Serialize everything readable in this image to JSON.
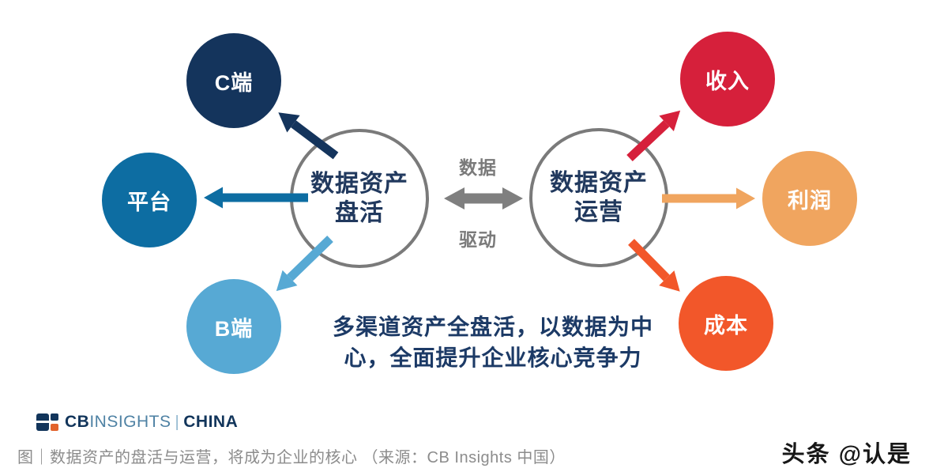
{
  "diagram": {
    "ring_color": "#7a7a7a",
    "hub_text_color": "#21395e",
    "hub_left": {
      "line1": "数据资产",
      "line2": "盘活"
    },
    "hub_right": {
      "line1": "数据资产",
      "line2": "运营"
    },
    "connector": {
      "label_top": "数据",
      "label_bottom": "驱动",
      "color": "#7f7f7f"
    },
    "left_nodes": [
      {
        "label": "C端",
        "color": "#14345c"
      },
      {
        "label": "平台",
        "color": "#0d6da2"
      },
      {
        "label": "B端",
        "color": "#57a9d4"
      }
    ],
    "right_nodes": [
      {
        "label": "收入",
        "color": "#d6203b"
      },
      {
        "label": "利润",
        "color": "#f0a55f"
      },
      {
        "label": "成本",
        "color": "#f2572a"
      }
    ],
    "tagline": {
      "line1": "多渠道资产全盘活，以数据为中",
      "line2": "心，全面提升企业核心竞争力",
      "color": "#1c3a66"
    }
  },
  "footer": {
    "logo": {
      "cb": "CB",
      "insights": "INSIGHTS",
      "divider": "|",
      "region": "CHINA",
      "navy": "#12355b",
      "insights_color": "#4f82a4",
      "divider_color": "#8fb6ce",
      "orange": "#e2622b"
    },
    "caption": "图｜数据资产的盘活与运营，将成为企业的核心 （来源：CB Insights 中国）",
    "watermark": "头条 @认是"
  }
}
